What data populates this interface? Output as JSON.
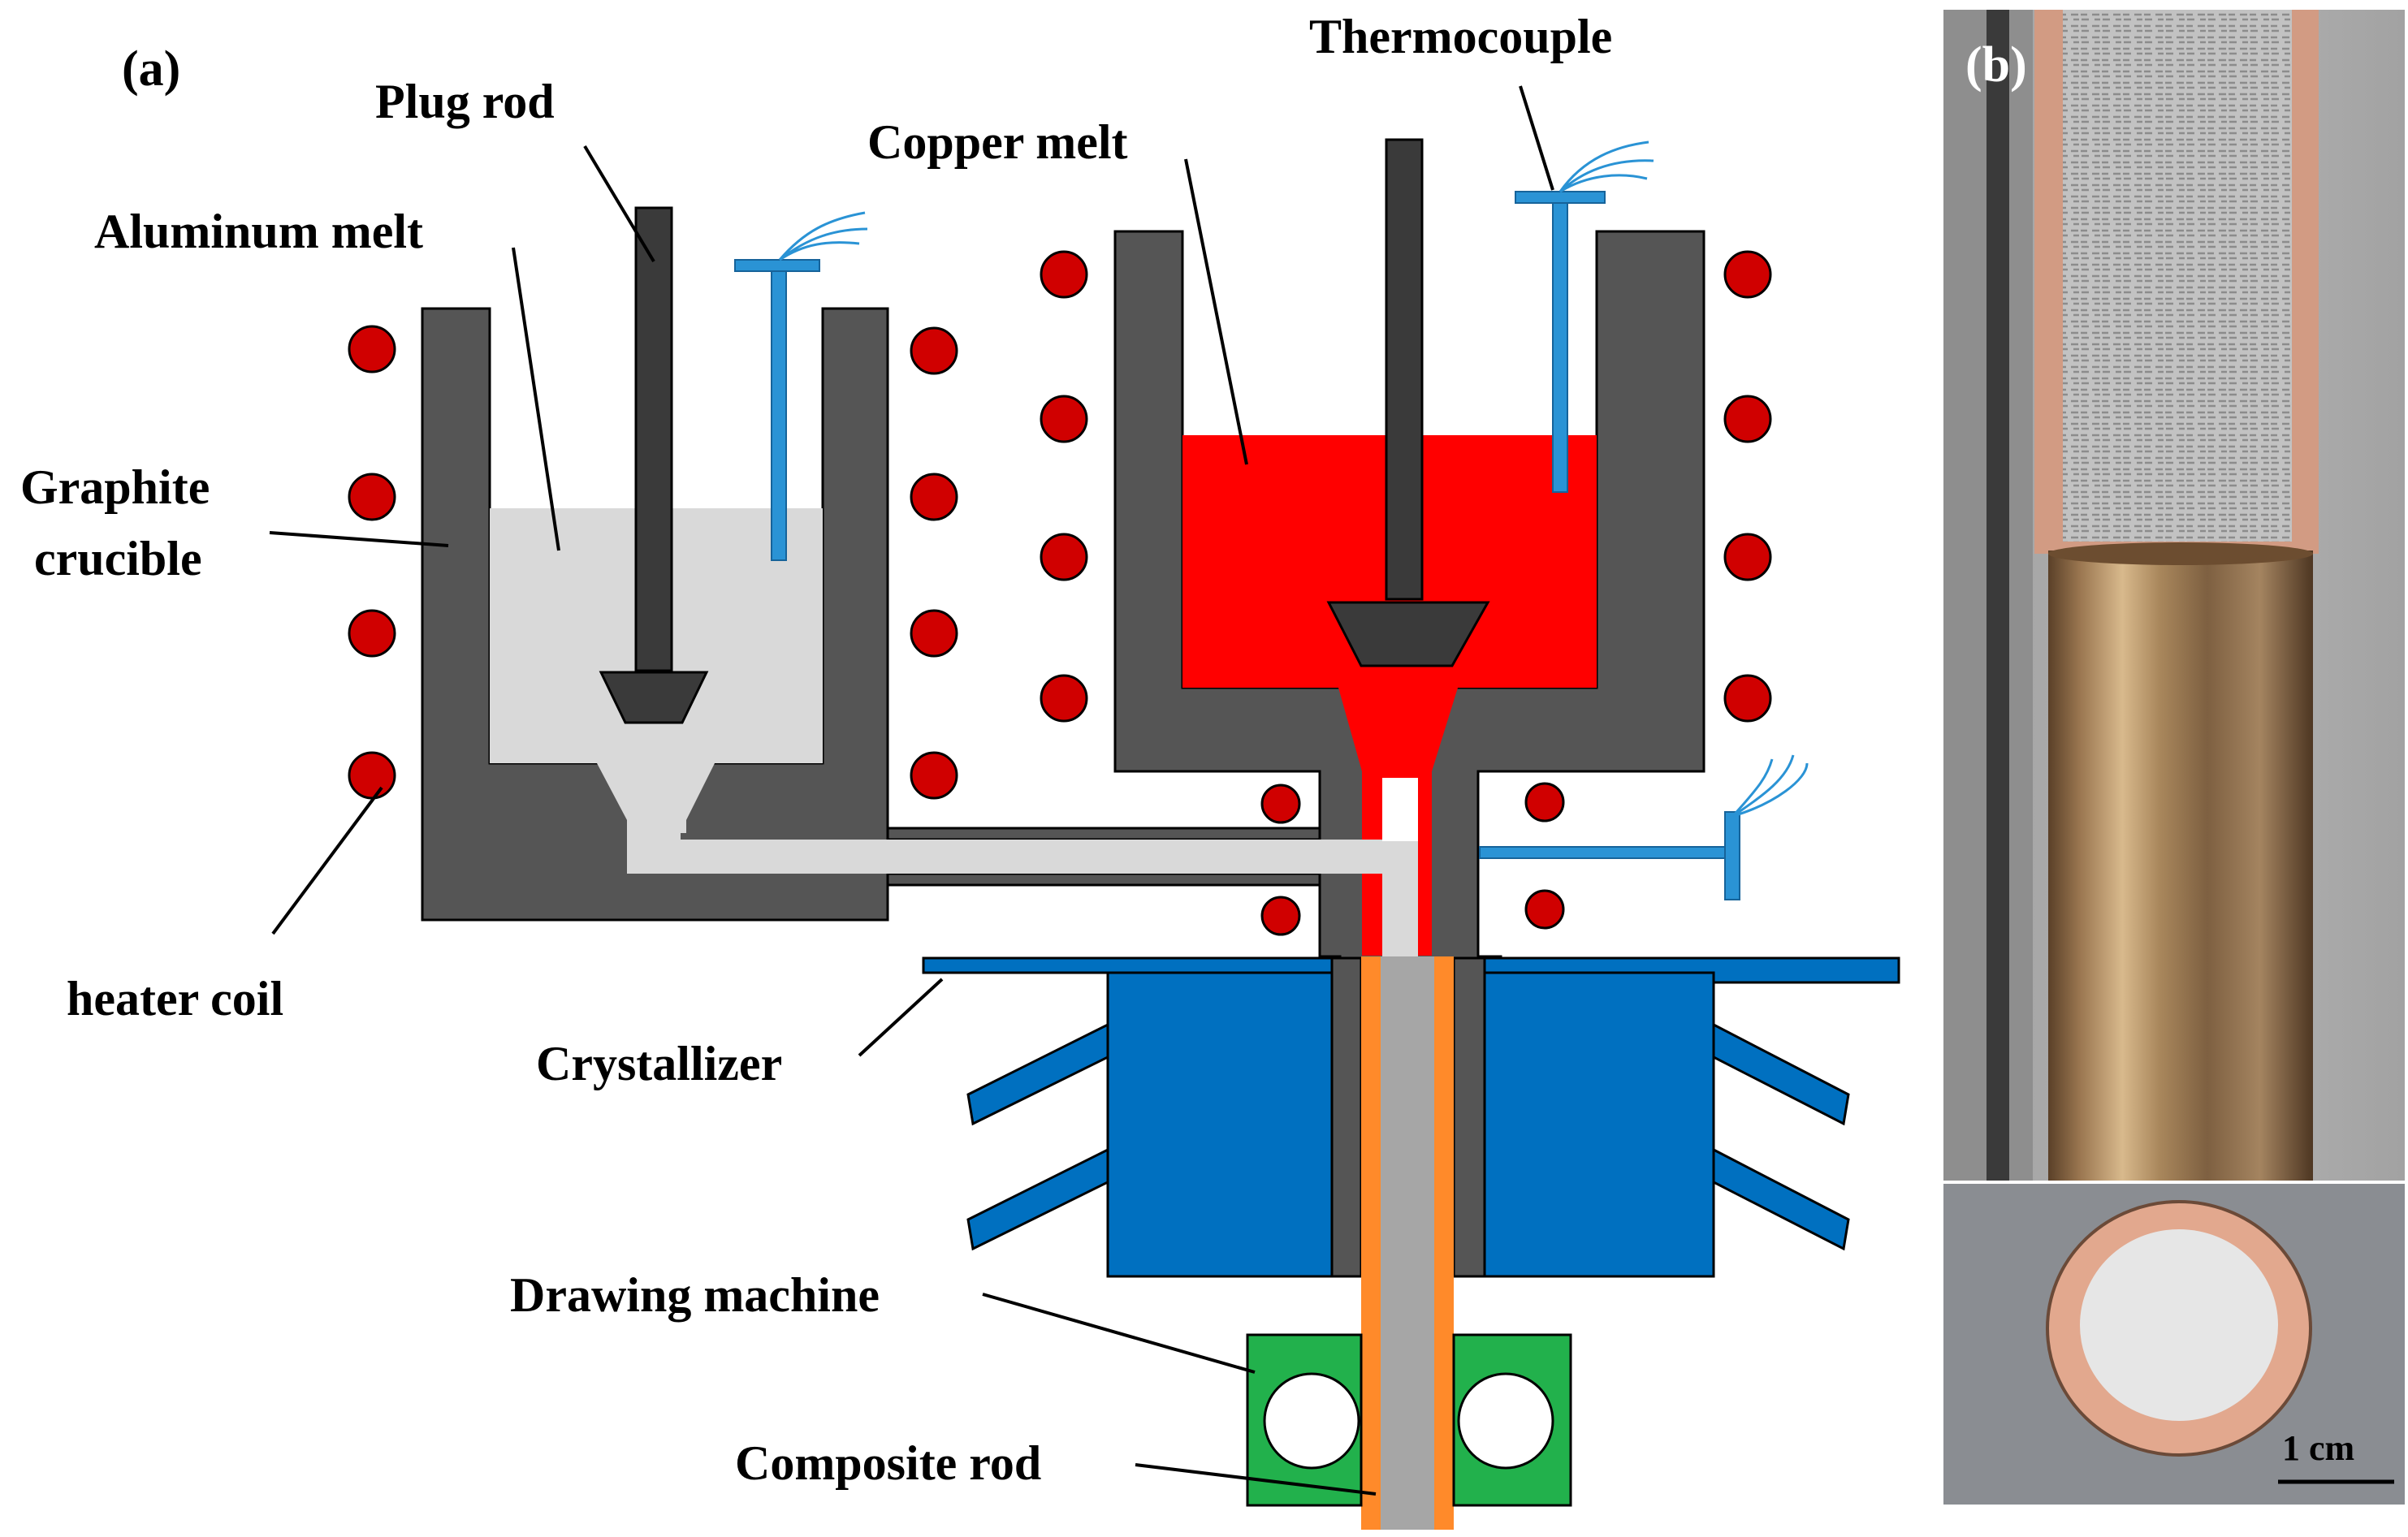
{
  "panel_a": {
    "panel_label": "(a)",
    "labels": {
      "plug_rod": "Plug rod",
      "thermocouple": "Thermocouple",
      "copper_melt": "Copper melt",
      "aluminum_melt": "Aluminum melt",
      "graphite_crucible_line1": "Graphite",
      "graphite_crucible_line2": "crucible",
      "heater_coil": "heater coil",
      "crystallizer": "Crystallizer",
      "drawing_machine": "Drawing machine",
      "composite_rod": "Composite rod"
    }
  },
  "panel_b": {
    "panel_label": "(b)",
    "scale_bar": "1 cm"
  },
  "colors": {
    "graphite": "#555555",
    "plug_rod": "#3a3a3a",
    "aluminum_melt": "#d9d9d9",
    "copper_melt": "#ff0000",
    "heater_coil": "#d00000",
    "thermocouple": "#2a93d5",
    "crystallizer": "#0070c0",
    "copper_sheath": "#ff8a2a",
    "aluminum_core": "#a6a6a6",
    "drawing_machine": "#22b14c"
  },
  "icons": {
    "heater_coil": "heater-coil-circle-icon",
    "thermocouple": "thermocouple-t-icon",
    "plug_rod": "plug-rod-icon",
    "drawing_roller": "drawing-roller-circle-icon"
  }
}
